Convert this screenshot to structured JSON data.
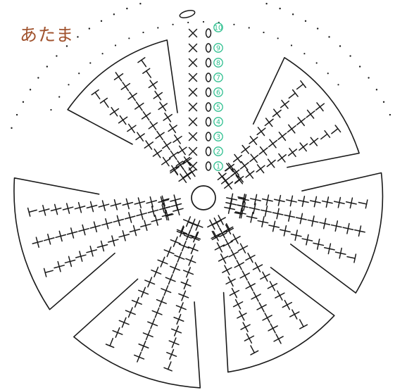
{
  "title": "あたま",
  "colors": {
    "stitch": "#1a1a1a",
    "title": "#a0522d",
    "row_marker": "#2fbf8f"
  },
  "row_markers": [
    "1",
    "2",
    "3",
    "4",
    "5",
    "6",
    "7",
    "8",
    "9",
    "10"
  ],
  "stitch_legend": {
    "single_crochet": "x-symbol",
    "half_double_crochet": "t-symbol",
    "chain": "oval-symbol",
    "slip_stitch": "dot-symbol",
    "magic_ring": "circle-symbol"
  },
  "petal_count": 6
}
